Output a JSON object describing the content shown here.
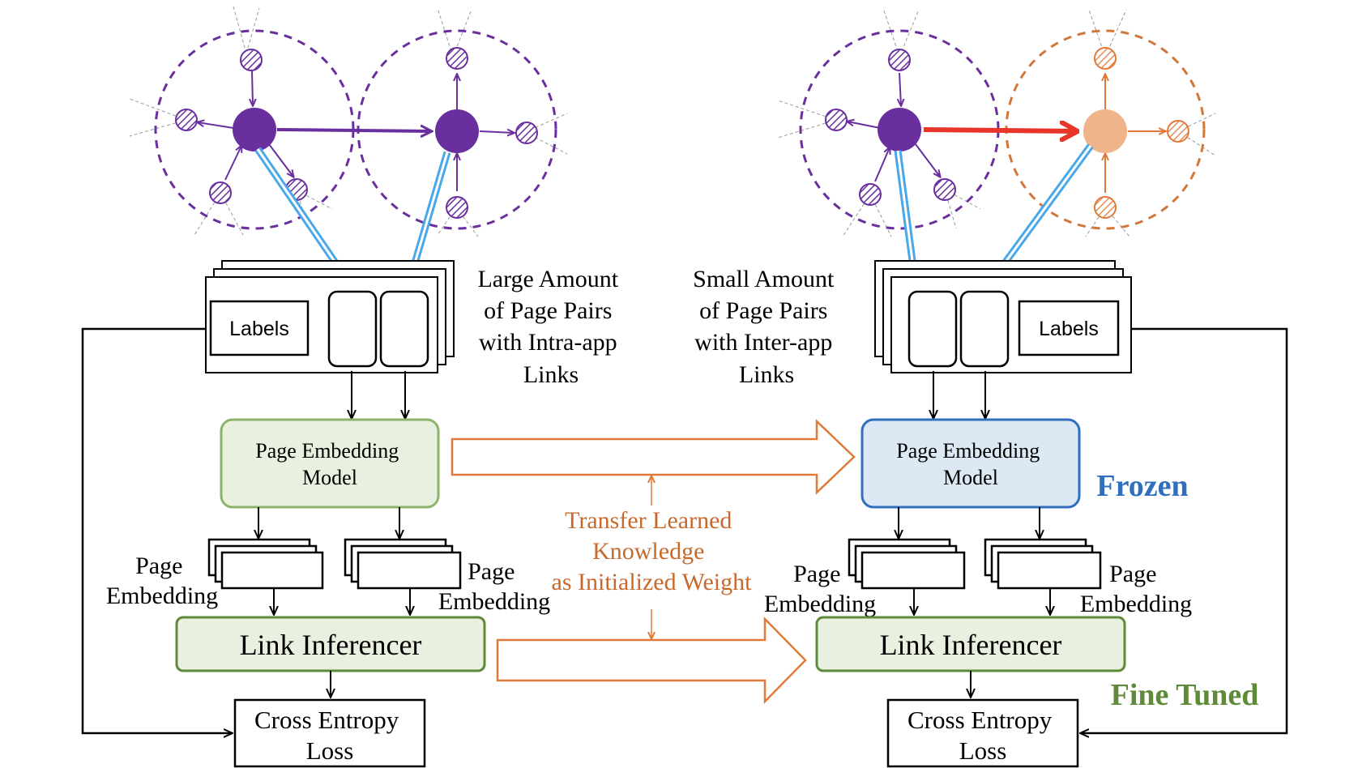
{
  "left": {
    "labels": "Labels",
    "caption": [
      "Large Amount",
      "of Page Pairs",
      "with Intra-app",
      "Links"
    ],
    "embedding_model": [
      "Page Embedding",
      "Model"
    ],
    "page_embedding_left": [
      "Page",
      "Embedding"
    ],
    "page_embedding_right": [
      "Page",
      "Embedding"
    ],
    "link_inferencer": "Link Inferencer",
    "loss": [
      "Cross Entropy",
      "Loss"
    ]
  },
  "right": {
    "labels": "Labels",
    "caption": [
      "Small Amount",
      "of Page Pairs",
      "with Inter-app",
      "Links"
    ],
    "embedding_model": [
      "Page Embedding",
      "Model"
    ],
    "page_embedding_left": [
      "Page",
      "Embedding"
    ],
    "page_embedding_right": [
      "Page",
      "Embedding"
    ],
    "link_inferencer": "Link Inferencer",
    "loss": [
      "Cross Entropy",
      "Loss"
    ],
    "frozen": "Frozen",
    "fine_tuned": "Fine Tuned"
  },
  "transfer": [
    "Transfer Learned",
    "Knowledge",
    "as Initialized Weight"
  ],
  "colors": {
    "purple": "#6a2f9e",
    "orange_node": "#f0b48a",
    "orange_line": "#e07a3a",
    "red": "#e8352a",
    "blue_arrow": "#4aa8e8",
    "green_fill": "#e9f0df",
    "green_border": "#8db36a",
    "blue_fill": "#dde8f5",
    "blue_border": "#2f6fbe",
    "frozen_text": "#2f6fbe",
    "fine_tuned_text": "#5e8a3a",
    "transfer_text": "#c8692c"
  }
}
